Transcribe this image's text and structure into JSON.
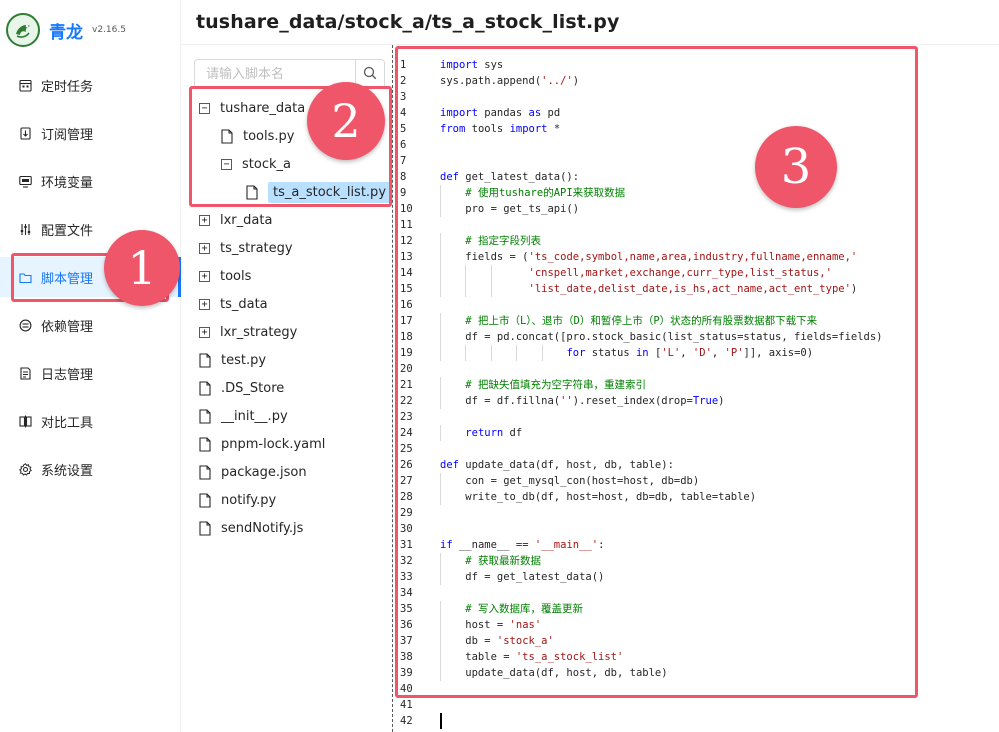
{
  "app": {
    "name": "青龙",
    "version": "v2.16.5"
  },
  "sidebar": {
    "items": [
      {
        "label": "定时任务",
        "icon": "calendar-icon",
        "active": false
      },
      {
        "label": "订阅管理",
        "icon": "subscription-icon",
        "active": false
      },
      {
        "label": "环境变量",
        "icon": "monitor-icon",
        "active": false
      },
      {
        "label": "配置文件",
        "icon": "sliders-icon",
        "active": false
      },
      {
        "label": "脚本管理",
        "icon": "folder-icon",
        "active": true
      },
      {
        "label": "依赖管理",
        "icon": "package-icon",
        "active": false
      },
      {
        "label": "日志管理",
        "icon": "log-icon",
        "active": false
      },
      {
        "label": "对比工具",
        "icon": "diff-icon",
        "active": false
      },
      {
        "label": "系统设置",
        "icon": "gear-icon",
        "active": false
      }
    ]
  },
  "page": {
    "title": "tushare_data/stock_a/ts_a_stock_list.py"
  },
  "tree": {
    "search_placeholder": "请输入脚本名",
    "nodes": [
      {
        "label": "tushare_data",
        "type": "folder",
        "expanded": true
      },
      {
        "label": "tools.py",
        "type": "file"
      },
      {
        "label": "stock_a",
        "type": "folder",
        "expanded": true
      },
      {
        "label": "ts_a_stock_list.py",
        "type": "file",
        "selected": true
      },
      {
        "label": "lxr_data",
        "type": "folder",
        "expanded": false
      },
      {
        "label": "ts_strategy",
        "type": "folder",
        "expanded": false
      },
      {
        "label": "tools",
        "type": "folder",
        "expanded": false
      },
      {
        "label": "ts_data",
        "type": "folder",
        "expanded": false
      },
      {
        "label": "lxr_strategy",
        "type": "folder",
        "expanded": false
      },
      {
        "label": "test.py",
        "type": "file"
      },
      {
        "label": ".DS_Store",
        "type": "file"
      },
      {
        "label": "__init__.py",
        "type": "file"
      },
      {
        "label": "pnpm-lock.yaml",
        "type": "file"
      },
      {
        "label": "package.json",
        "type": "file"
      },
      {
        "label": "notify.py",
        "type": "file"
      },
      {
        "label": "sendNotify.js",
        "type": "file"
      }
    ]
  },
  "code": {
    "lines": [
      "import sys",
      "sys.path.append('../')",
      "",
      "import pandas as pd",
      "from tools import *",
      "",
      "",
      "def get_latest_data():",
      "    # 使用tushare的API来获取数据",
      "    pro = get_ts_api()",
      "",
      "    # 指定字段列表",
      "    fields = ('ts_code,symbol,name,area,industry,fullname,enname,'",
      "              'cnspell,market,exchange,curr_type,list_status,'",
      "              'list_date,delist_date,is_hs,act_name,act_ent_type')",
      "",
      "    # 把上市（L）、退市（D）和暂停上市（P）状态的所有股票数据都下载下来",
      "    df = pd.concat([pro.stock_basic(list_status=status, fields=fields)",
      "                    for status in ['L', 'D', 'P']], axis=0)",
      "",
      "    # 把缺失值填充为空字符串，重建索引",
      "    df = df.fillna('').reset_index(drop=True)",
      "",
      "    return df",
      "",
      "def update_data(df, host, db, table):",
      "    con = get_mysql_con(host=host, db=db)",
      "    write_to_db(df, host=host, db=db, table=table)",
      "",
      "",
      "if __name__ == '__main__':",
      "    # 获取最新数据",
      "    df = get_latest_data()",
      "",
      "    # 写入数据库，覆盖更新",
      "    host = 'nas'",
      "    db = 'stock_a'",
      "    table = 'ts_a_stock_list'",
      "    update_data(df, host, db, table)",
      "",
      "",
      ""
    ]
  },
  "annotations": {
    "badge1": "1",
    "badge2": "2",
    "badge3": "3",
    "color": "#f0566a"
  }
}
